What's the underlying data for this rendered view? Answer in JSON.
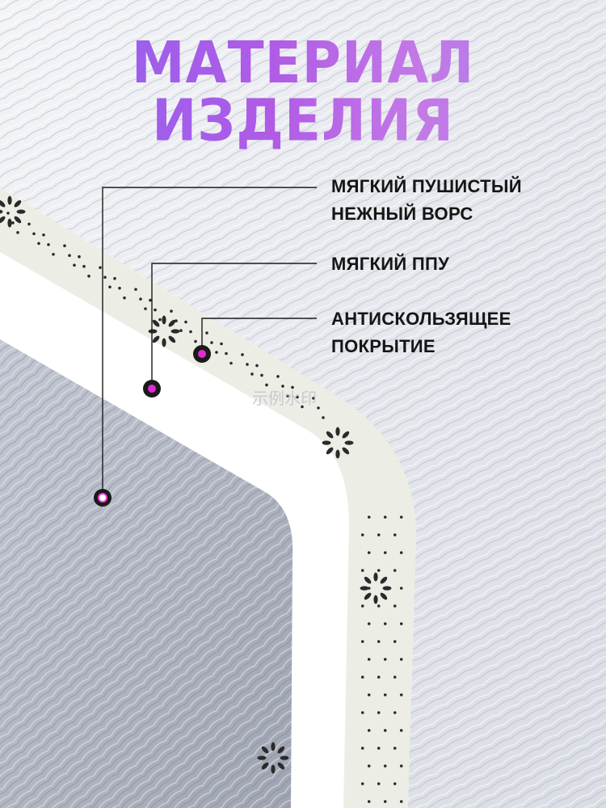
{
  "title": "МАТЕРИАЛ ИЗДЕЛИЯ",
  "callouts": [
    {
      "lines": [
        "МЯГКИЙ ПУШИСТЫЙ",
        "НЕЖНЫЙ ВОРС"
      ],
      "marker_color": "#ffffff"
    },
    {
      "lines": [
        "МЯГКИЙ ППУ"
      ],
      "marker_color": "#e02bd3"
    },
    {
      "lines": [
        "АНТИСКОЛЬЗЯЩЕЕ",
        "ПОКРЫТИЕ"
      ],
      "marker_color": "#e02bd3"
    }
  ],
  "watermark": "示例水印",
  "colors": {
    "title_gradient": [
      "#8a63f0",
      "#b05be6",
      "#9b7ef2"
    ],
    "fur": "#b9bdc8",
    "foam": "#ffffff",
    "backing": "#eceee6",
    "dots": "#2a2a2a"
  }
}
